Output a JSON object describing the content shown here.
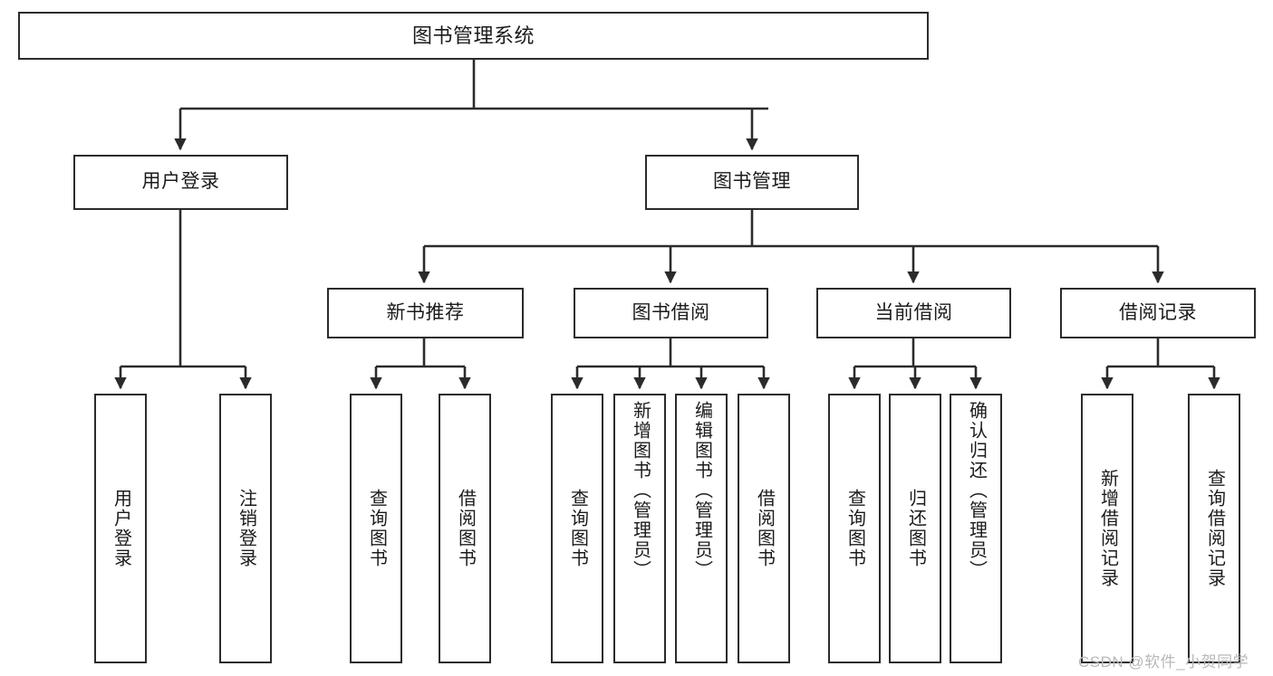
{
  "diagram": {
    "type": "tree-hierarchy-diagram",
    "title": "图书管理系统",
    "background_color": "#ffffff",
    "line_color": "#2b2b2b",
    "text_color": "#1b1b1b",
    "root": {
      "id": "root",
      "label": "图书管理系统",
      "orientation": "horizontal"
    },
    "level2": [
      {
        "id": "user-login",
        "label": "用户登录",
        "orientation": "horizontal"
      },
      {
        "id": "book-manage",
        "label": "图书管理",
        "orientation": "horizontal"
      }
    ],
    "level3": [
      {
        "id": "new-book-recommend",
        "label": "新书推荐",
        "orientation": "horizontal",
        "parent": "book-manage"
      },
      {
        "id": "book-borrow",
        "label": "图书借阅",
        "orientation": "horizontal",
        "parent": "book-manage"
      },
      {
        "id": "current-borrow",
        "label": "当前借阅",
        "orientation": "horizontal",
        "parent": "book-manage"
      },
      {
        "id": "borrow-record",
        "label": "借阅记录",
        "orientation": "horizontal",
        "parent": "book-manage"
      }
    ],
    "leaves": [
      {
        "id": "leaf-user-login",
        "label": "用户登录",
        "parent": "user-login",
        "orientation": "vertical",
        "align": "center"
      },
      {
        "id": "leaf-user-logout",
        "label": "注销登录",
        "parent": "user-login",
        "orientation": "vertical",
        "align": "center"
      },
      {
        "id": "leaf-query-book-1",
        "label": "查询图书",
        "parent": "new-book-recommend",
        "orientation": "vertical",
        "align": "center"
      },
      {
        "id": "leaf-borrow-book-1",
        "label": "借阅图书",
        "parent": "new-book-recommend",
        "orientation": "vertical",
        "align": "center"
      },
      {
        "id": "leaf-query-book-2",
        "label": "查询图书",
        "parent": "book-borrow",
        "orientation": "vertical",
        "align": "center"
      },
      {
        "id": "leaf-add-book",
        "label": "新增图书（管理员）",
        "parent": "book-borrow",
        "orientation": "vertical",
        "align": "top"
      },
      {
        "id": "leaf-edit-book",
        "label": "编辑图书（管理员）",
        "parent": "book-borrow",
        "orientation": "vertical",
        "align": "top"
      },
      {
        "id": "leaf-borrow-book-2",
        "label": "借阅图书",
        "parent": "book-borrow",
        "orientation": "vertical",
        "align": "center"
      },
      {
        "id": "leaf-query-book-3",
        "label": "查询图书",
        "parent": "current-borrow",
        "orientation": "vertical",
        "align": "center"
      },
      {
        "id": "leaf-return-book",
        "label": "归还图书",
        "parent": "current-borrow",
        "orientation": "vertical",
        "align": "center"
      },
      {
        "id": "leaf-confirm-return",
        "label": "确认归还（管理员）",
        "parent": "current-borrow",
        "orientation": "vertical",
        "align": "top"
      },
      {
        "id": "leaf-add-record",
        "label": "新增借阅记录",
        "parent": "borrow-record",
        "orientation": "vertical",
        "align": "center"
      },
      {
        "id": "leaf-query-record",
        "label": "查询借阅记录",
        "parent": "borrow-record",
        "orientation": "vertical",
        "align": "center"
      }
    ]
  },
  "watermark": {
    "text": "CSDN @软件_小贺同学"
  }
}
